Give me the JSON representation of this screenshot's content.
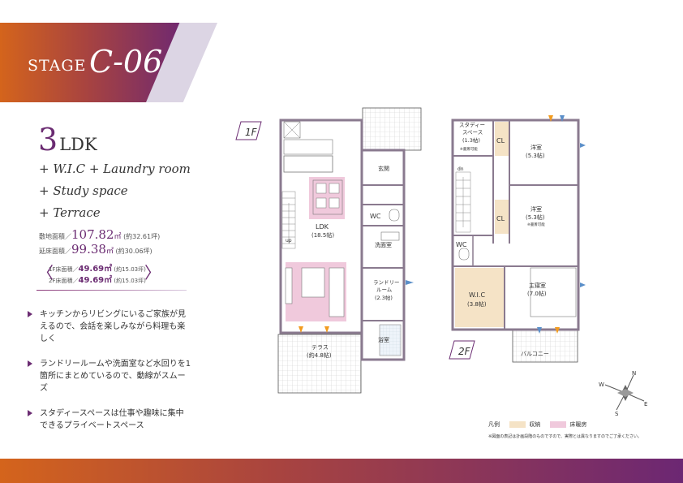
{
  "header": {
    "stage_label": "STAGE",
    "stage_code": "C-06"
  },
  "layout_type": {
    "num": "3",
    "label": "LDK"
  },
  "features": [
    "+ W.I.C + Laundry room",
    "+ Study space",
    "+ Terrace"
  ],
  "areas": {
    "site": {
      "label": "敷地面積／",
      "value": "107.82",
      "unit": "㎡",
      "tsubo": "(約32.61坪)"
    },
    "floor_total": {
      "label": "延床面積／",
      "value": "99.38",
      "unit": "㎡",
      "tsubo": "(約30.06坪)"
    },
    "floor1": {
      "label": "1F床面積／",
      "value": "49.69㎡",
      "tsubo": "(約15.03坪)"
    },
    "floor2": {
      "label": "2F床面積／",
      "value": "49.69㎡",
      "tsubo": "(約15.03坪)"
    }
  },
  "points": [
    "キッチンからリビングにいるご家族が見えるので、会話を楽しみながら料理も楽しく",
    "ランドリールームや洗面室など水回りを1箇所にまとめているので、動線がスムーズ",
    "スタディースペースは仕事や趣味に集中できるプライベートスペース"
  ],
  "plan1": {
    "floor_label": "1F",
    "rooms": {
      "ldk": "LDK",
      "ldk_size": "(18.5帖)",
      "entrance": "玄関",
      "wc": "WC",
      "washroom": "洗面室",
      "laundry_1": "ランドリー",
      "laundry_2": "ルーム",
      "laundry_size": "(2.3帖)",
      "bath": "浴室",
      "terrace": "テラス",
      "terrace_size": "(約4.8帖)",
      "up": "up"
    }
  },
  "plan2": {
    "floor_label": "2F",
    "rooms": {
      "study_1": "スタディー",
      "study_2": "スペース",
      "study_size": "(1.3帖)",
      "study_note": "※書斎可能",
      "cl1": "CL",
      "cl2": "CL",
      "western1": "洋室",
      "western1_size": "(5.3帖)",
      "western2": "洋室",
      "western2_size": "(5.3帖)",
      "western2_note": "※書斎可能",
      "dn": "dn",
      "wc": "WC",
      "wic": "W.I.C",
      "wic_size": "(3.8帖)",
      "master": "主寝室",
      "master_size": "(7.0帖)",
      "balcony": "バルコニー"
    }
  },
  "compass": {
    "n": "N",
    "s": "S",
    "e": "E",
    "w": "W"
  },
  "legend": {
    "title": "凡例",
    "storage": "収納",
    "storage_color": "#f5e3c6",
    "heating": "床暖房",
    "heating_color": "#f0c9dc",
    "note": "※図面の表記は計画段階のものですので、実際とは異なりますのでご了承ください。"
  },
  "colors": {
    "accent": "#6b2c72",
    "orange": "#d4641c"
  }
}
